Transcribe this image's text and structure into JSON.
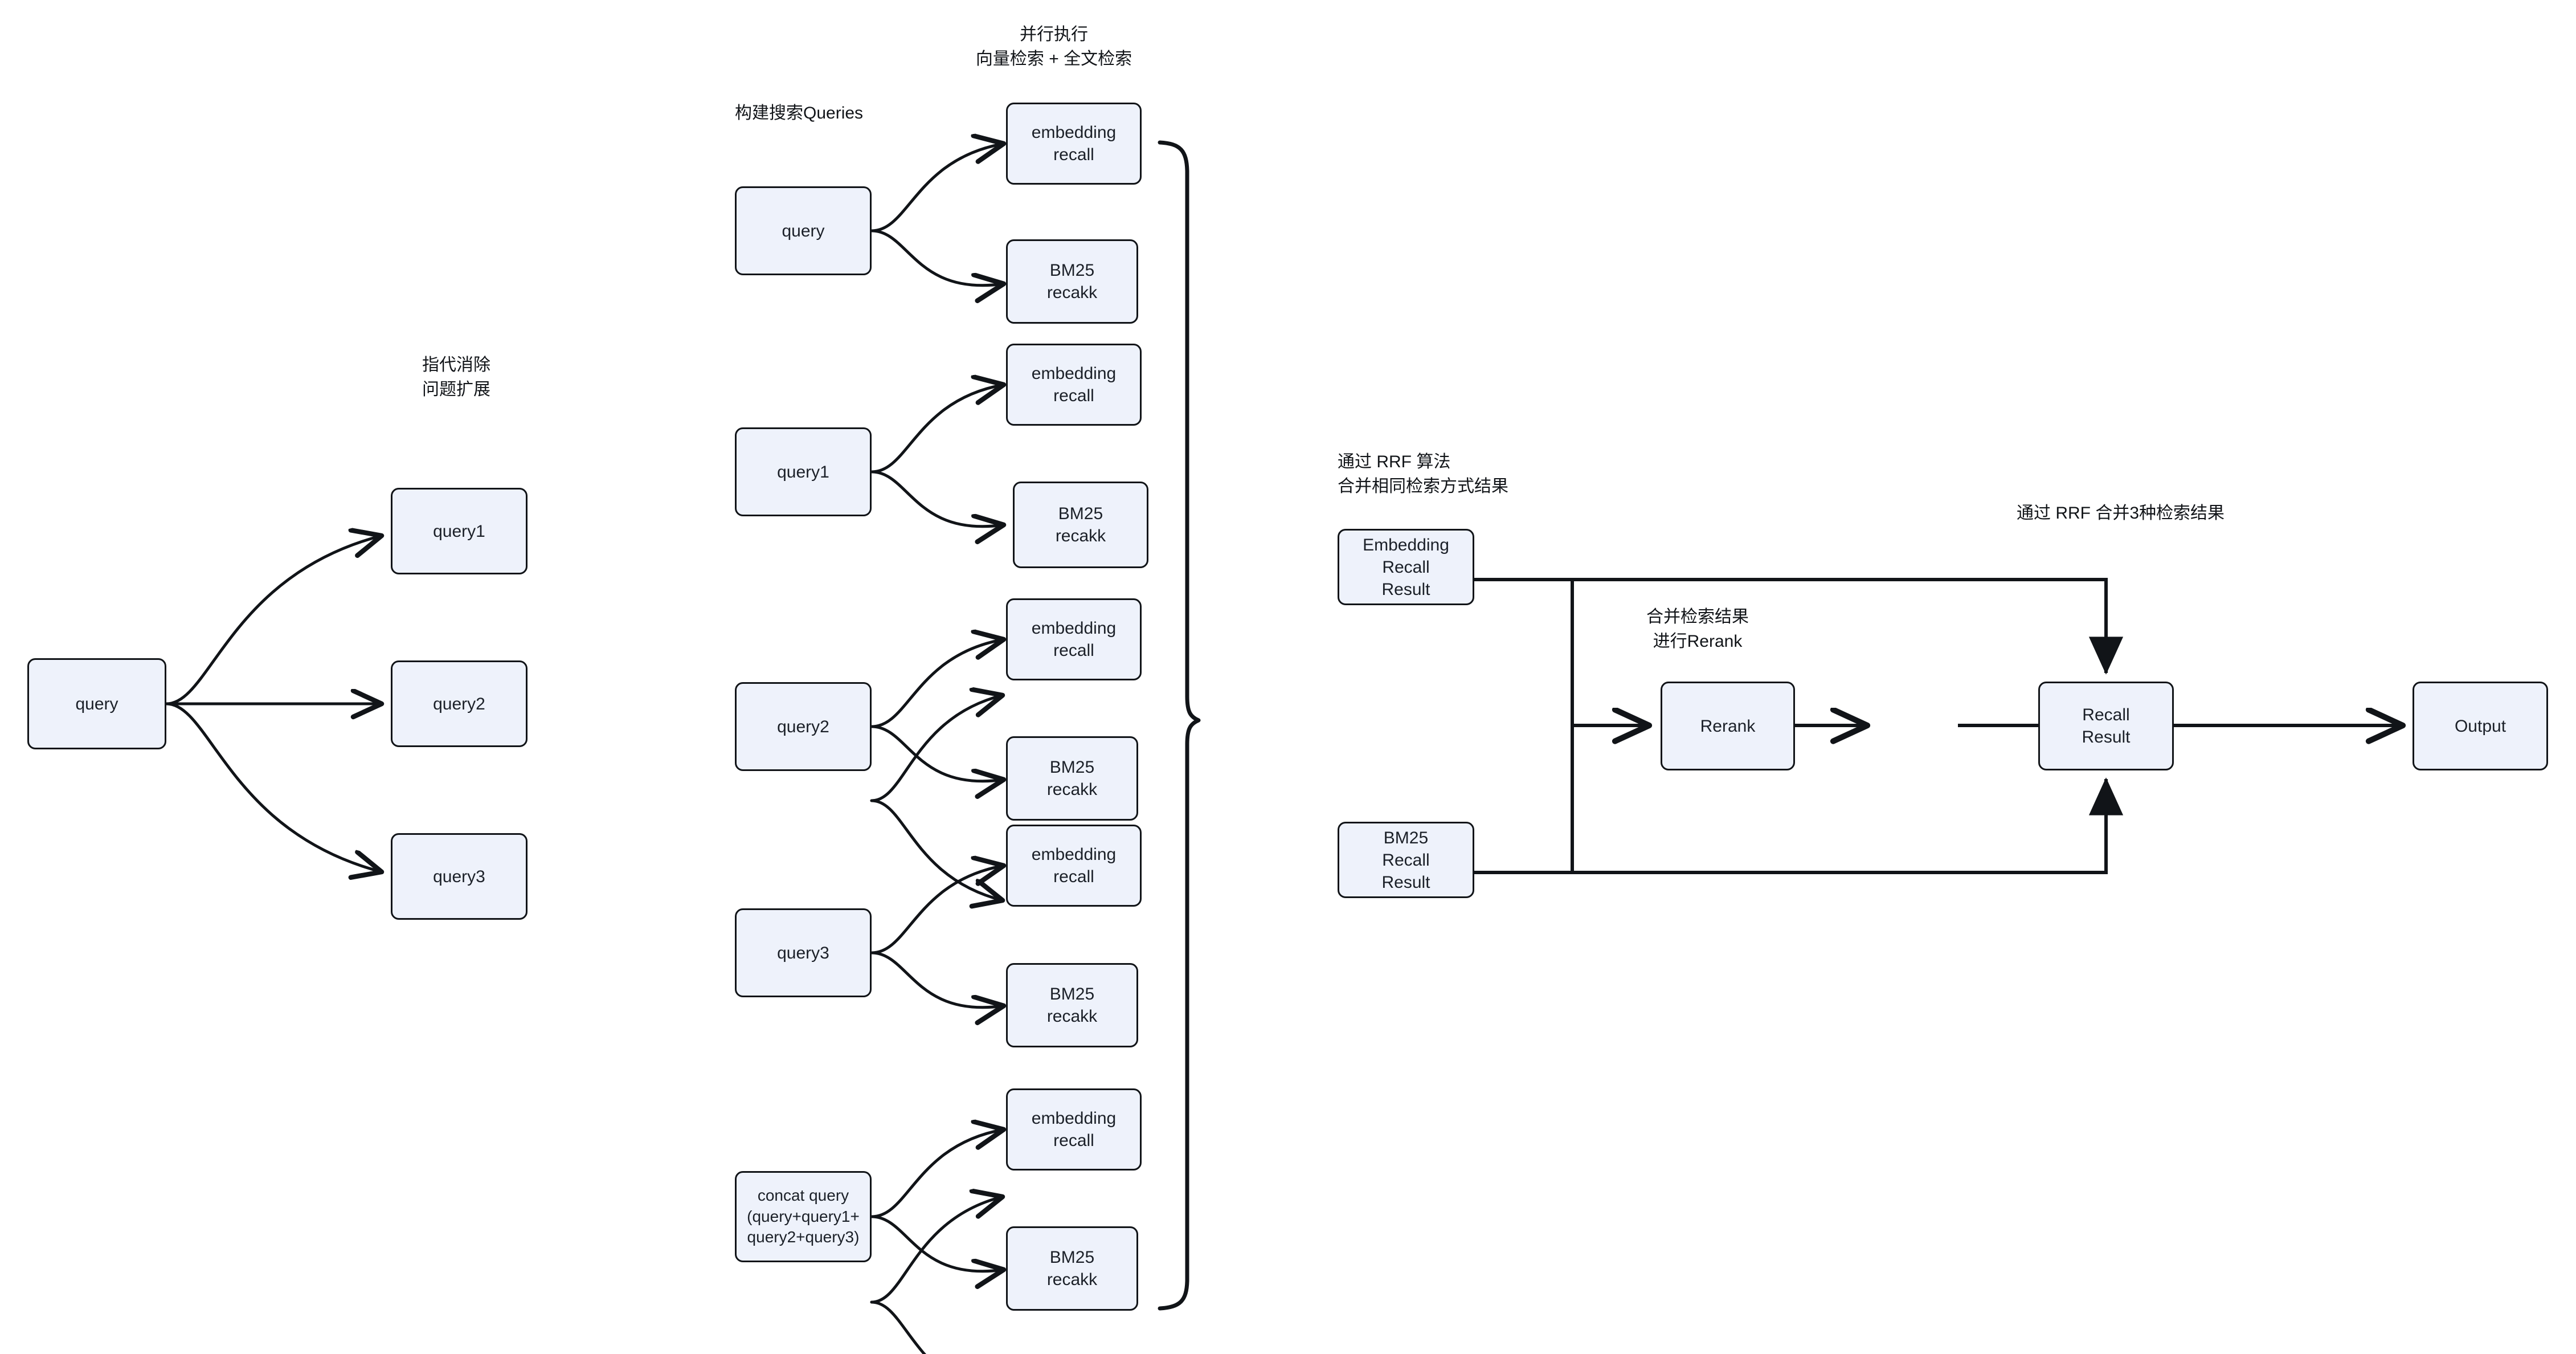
{
  "diagram": {
    "title": "RAG multi-query hybrid retrieval pipeline",
    "colors": {
      "node_fill": "#eef2fb",
      "node_stroke": "#111418",
      "edge_stroke": "#111418",
      "text": "#1b2028",
      "background": "#ffffff"
    }
  },
  "captions": {
    "rewrite": "指代消除\n问题扩展",
    "build_queries": "构建搜索Queries",
    "parallel_exec": "并行执行\n向量检索 + 全文检索",
    "rrf_same_type": "通过 RRF 算法\n合并相同检索方式结果",
    "merge_rerank": "合并检索结果\n进行Rerank",
    "rrf_three": "通过 RRF 合并3种检索结果"
  },
  "stage1": {
    "source": "query",
    "expanded": [
      "query1",
      "query2",
      "query3"
    ]
  },
  "stage2": {
    "queries": [
      "query",
      "query1",
      "query2",
      "query3",
      "concat query\n(query+query1+\nquery2+query3)"
    ],
    "recalls": [
      {
        "embedding": "embedding\nrecall",
        "bm25": "BM25\nrecakk"
      },
      {
        "embedding": "embedding\nrecall",
        "bm25": "BM25\nrecakk"
      },
      {
        "embedding": "embedding\nrecall",
        "bm25": "BM25\nrecakk"
      },
      {
        "embedding": "embedding\nrecall",
        "bm25": "BM25\nrecakk"
      },
      {
        "embedding": "embedding\nrecall",
        "bm25": "BM25\nrecakk"
      }
    ]
  },
  "stage3": {
    "embedding_recall_result": "Embedding\nRecall\nResult",
    "bm25_recall_result": "BM25\nRecall\nResult",
    "rerank": "Rerank",
    "recall_result": "Recall\nResult",
    "output": "Output"
  }
}
